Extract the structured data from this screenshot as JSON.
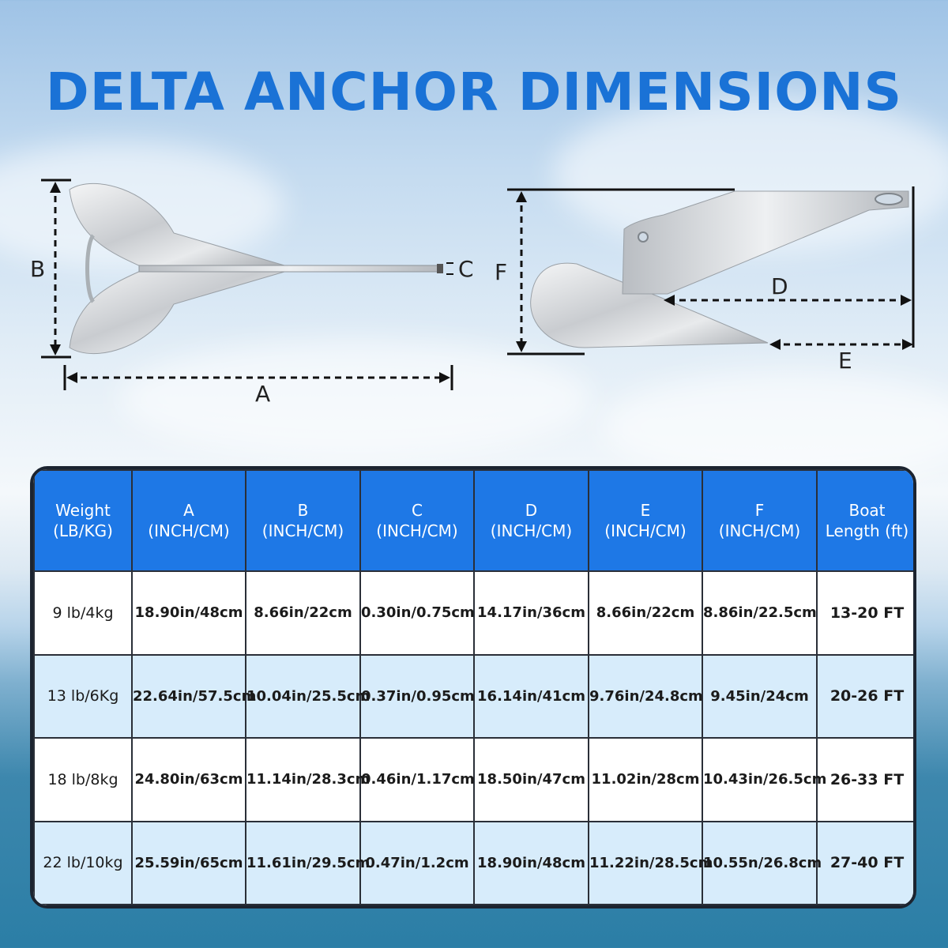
{
  "title": "DELTA ANCHOR DIMENSIONS",
  "diagram": {
    "labels": {
      "a": "A",
      "b": "B",
      "c": "C",
      "d": "D",
      "e": "E",
      "f": "F"
    }
  },
  "colors": {
    "title": "#1a72d6",
    "header_bg": "#1e78e6",
    "row_alt": "#d7ecfb"
  },
  "table": {
    "headers": [
      [
        "Weight",
        "(LB/KG)"
      ],
      [
        "A",
        "(INCH/CM)"
      ],
      [
        "B",
        "(INCH/CM)"
      ],
      [
        "C",
        "(INCH/CM)"
      ],
      [
        "D",
        "(INCH/CM)"
      ],
      [
        "E",
        "(INCH/CM)"
      ],
      [
        "F",
        "(INCH/CM)"
      ],
      [
        "Boat",
        "Length (ft)"
      ]
    ],
    "rows": [
      [
        "9 lb/4kg",
        "18.90in/48cm",
        "8.66in/22cm",
        "0.30in/0.75cm",
        "14.17in/36cm",
        "8.66in/22cm",
        "8.86in/22.5cm",
        "13-20 FT"
      ],
      [
        "13 lb/6Kg",
        "22.64in/57.5cm",
        "10.04in/25.5cm",
        "0.37in/0.95cm",
        "16.14in/41cm",
        "9.76in/24.8cm",
        "9.45in/24cm",
        "20-26 FT"
      ],
      [
        "18 lb/8kg",
        "24.80in/63cm",
        "11.14in/28.3cm",
        "0.46in/1.17cm",
        "18.50in/47cm",
        "11.02in/28cm",
        "10.43in/26.5cm",
        "26-33 FT"
      ],
      [
        "22 lb/10kg",
        "25.59in/65cm",
        "11.61in/29.5cm",
        "0.47in/1.2cm",
        "18.90in/48cm",
        "11.22in/28.5cm",
        "10.55n/26.8cm",
        "27-40 FT"
      ]
    ]
  }
}
